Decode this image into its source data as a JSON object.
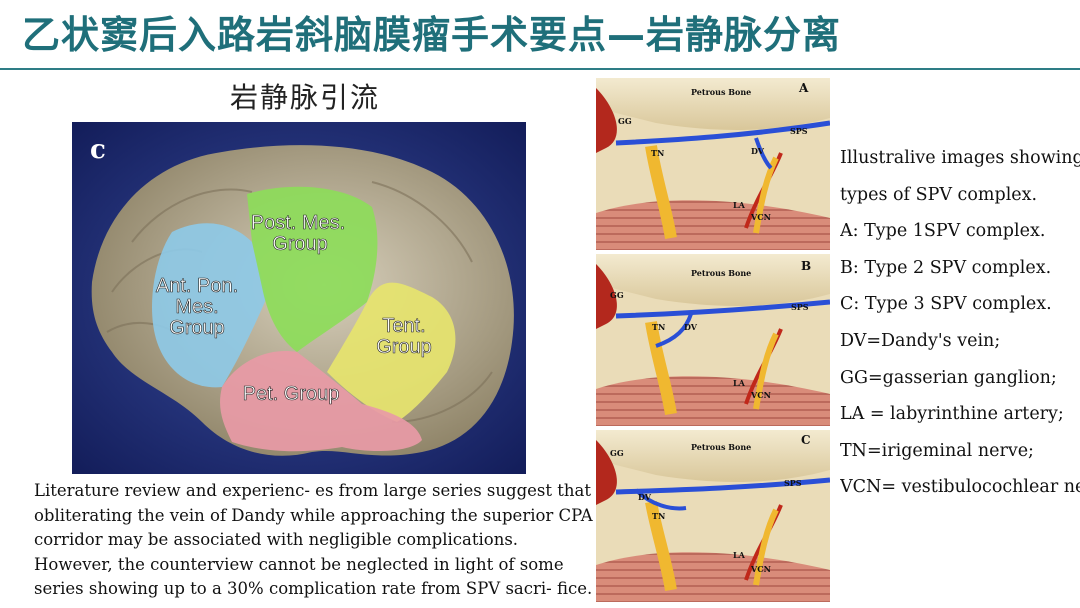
{
  "slide": {
    "title": "乙状窦后入路岩斜脑膜瘤手术要点—岩静脉分离",
    "subtitle": "岩静脉引流"
  },
  "brain_figure": {
    "panel_letter": "c",
    "regions": {
      "post_mes_line1": "Post. Mes.",
      "post_mes_line2": "Group",
      "ant_pon_line1": "Ant. Pon.",
      "ant_pon_line2": "Mes.",
      "ant_pon_line3": "Group",
      "tent_line1": "Tent.",
      "tent_line2": "Group",
      "pet": "Pet. Group"
    },
    "colors": {
      "post_mes": "#8ddc5a",
      "ant_pon": "#8ec9e6",
      "tent": "#e6e46e",
      "pet": "#e89aa6",
      "bg": "#1f2d7a"
    }
  },
  "paragraph": "Literature review and experienc- es from large series suggest that obliterating the vein of Dandy while approaching the superior CPA corridor may be associated with negligible complications. However, the counterview cannot be neglected in light of some series showing up to a 30% complication rate from SPV sacri- fice.",
  "anatomy_panels": [
    {
      "letter": "A",
      "petrous": "Petrous Bone",
      "gg": "GG",
      "sps": "SPS",
      "tn": "TN",
      "dv": "DV",
      "la": "LA",
      "vcn": "VCN"
    },
    {
      "letter": "B",
      "petrous": "Petrous Bone",
      "gg": "GG",
      "sps": "SPS",
      "tn": "TN",
      "dv": "DV",
      "la": "LA",
      "vcn": "VCN"
    },
    {
      "letter": "C",
      "petrous": "Petrous Bone",
      "gg": "GG",
      "sps": "SPS",
      "tn": "TN",
      "dv": "DV",
      "la": "LA",
      "vcn": "VCN"
    }
  ],
  "legend": [
    "Illustralive images showing",
    "types of SPV complex.",
    "A: Type 1SPV complex.",
    "B: Type 2 SPV complex.",
    "C: Type 3 SPV complex.",
    "DV=Dandy's vein;",
    "GG=gasserian ganglion;",
    "LA = labyrinthine artery;",
    "TN=irigeminal nerve;",
    "VCN= vestibulocochlear nerve"
  ],
  "theme": {
    "title_color": "#1f6f7a",
    "vein_color": "#2a4fd6",
    "artery_color": "#c0281a",
    "nerve_color": "#f0b830"
  }
}
